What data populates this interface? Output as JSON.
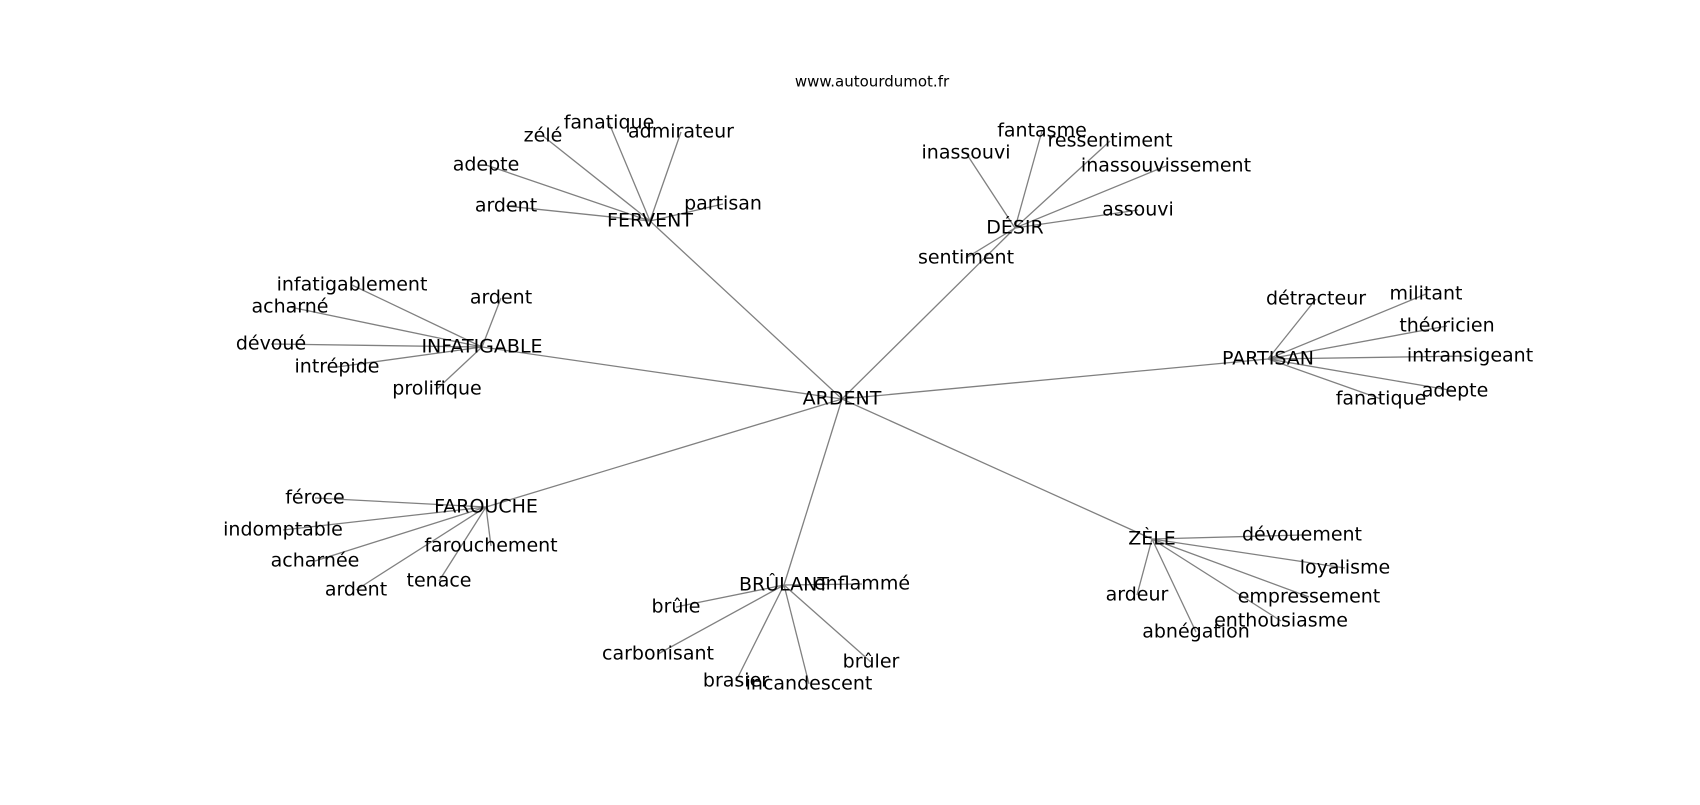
{
  "credit": "www.autourdumot.fr",
  "colors": {
    "edge": "#808080",
    "text": "#000000",
    "background": "#ffffff"
  },
  "graph": {
    "center": "ARDENT",
    "hubs": [
      {
        "id": "fervent",
        "label": "FERVENT",
        "leaves": [
          "fanatique",
          "zélé",
          "admirateur",
          "adepte",
          "partisan",
          "ardent"
        ]
      },
      {
        "id": "desir",
        "label": "DÉSIR",
        "leaves": [
          "fantasme",
          "inassouvi",
          "ressentiment",
          "inassouvissement",
          "assouvi",
          "sentiment"
        ]
      },
      {
        "id": "infatigable",
        "label": "INFATIGABLE",
        "leaves": [
          "infatigablement",
          "ardent",
          "acharné",
          "dévoué",
          "intrépide",
          "prolifique"
        ]
      },
      {
        "id": "partisan",
        "label": "PARTISAN",
        "leaves": [
          "détracteur",
          "militant",
          "théoricien",
          "intransigeant",
          "adepte",
          "fanatique"
        ]
      },
      {
        "id": "farouche",
        "label": "FAROUCHE",
        "leaves": [
          "féroce",
          "indomptable",
          "farouchement",
          "acharnée",
          "tenace",
          "ardent"
        ]
      },
      {
        "id": "brulant",
        "label": "BRÛLANT",
        "leaves": [
          "enflammé",
          "brûle",
          "carbonisant",
          "brûler",
          "brasier",
          "incandescent"
        ]
      },
      {
        "id": "zele",
        "label": "ZÈLE",
        "leaves": [
          "dévouement",
          "loyalisme",
          "ardeur",
          "empressement",
          "enthousiasme",
          "abnégation"
        ]
      }
    ]
  }
}
